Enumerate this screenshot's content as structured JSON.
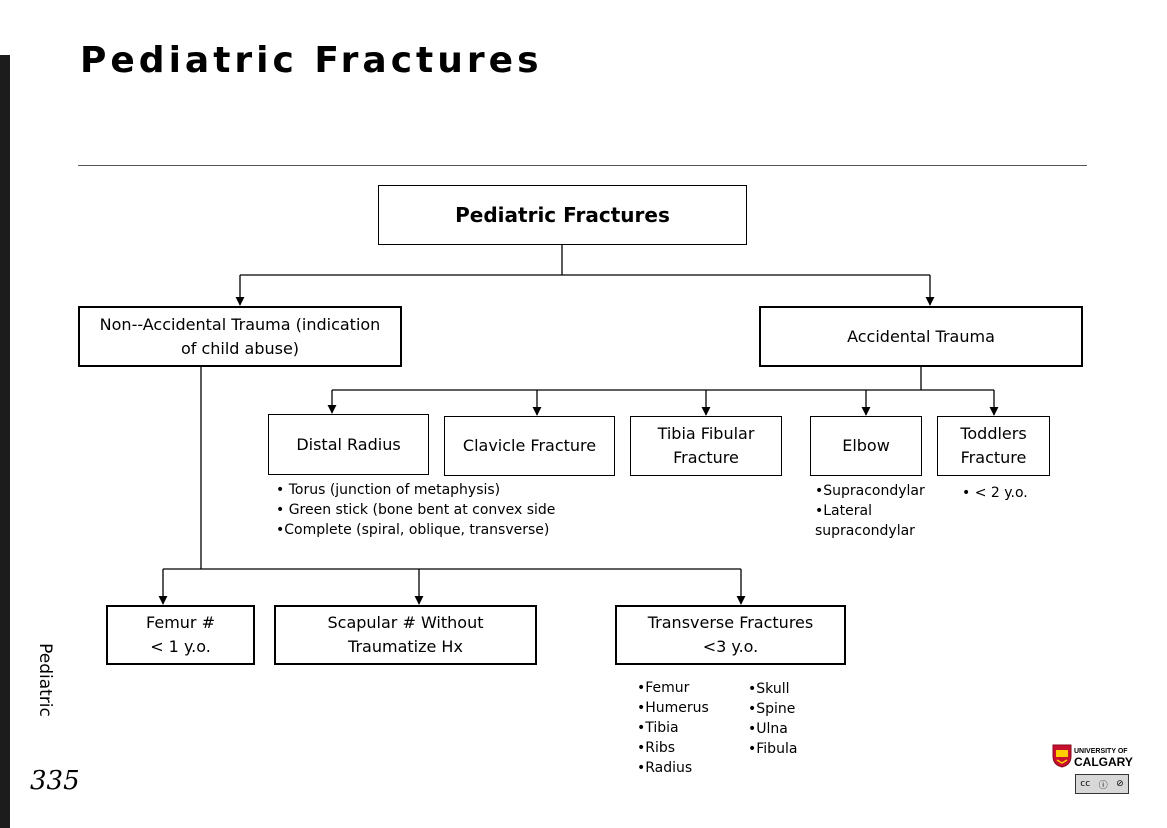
{
  "header": {
    "title": "Pediatric Fractures"
  },
  "side": {
    "label": "Pediatric",
    "page_number": "335"
  },
  "diagram": {
    "root": "Pediatric Fractures",
    "nat": "Non--Accidental Trauma (indication\nof child abuse)",
    "accidental": "Accidental Trauma",
    "distal_radius": "Distal Radius",
    "clavicle": "Clavicle Fracture",
    "tibia": "Tibia Fibular\nFracture",
    "elbow": "Elbow",
    "toddlers": "Toddlers\nFracture",
    "femur": "Femur #\n< 1 y.o.",
    "scapular": "Scapular # Without\nTraumatize Hx",
    "transverse": "Transverse Fractures\n<3 y.o.",
    "radius_notes": [
      "• Torus (junction of metaphysis)",
      "• Green stick (bone bent at convex side",
      "•Complete (spiral, oblique, transverse)"
    ],
    "elbow_notes": [
      "•Supracondylar",
      "•Lateral",
      "supracondylar"
    ],
    "toddlers_notes": [
      "• < 2 y.o."
    ],
    "transverse_notes_col1": [
      "•Femur",
      "•Humerus",
      "•Tibia",
      "•Ribs",
      "•Radius"
    ],
    "transverse_notes_col2": [
      "•Skull",
      "•Spine",
      "•Ulna",
      "•Fibula"
    ]
  },
  "logo": {
    "line1": "UNIVERSITY OF",
    "line2": "CALGARY",
    "license": "cc"
  },
  "colors": {
    "logo_red": "#c8102e",
    "logo_gold": "#ffcd00"
  }
}
